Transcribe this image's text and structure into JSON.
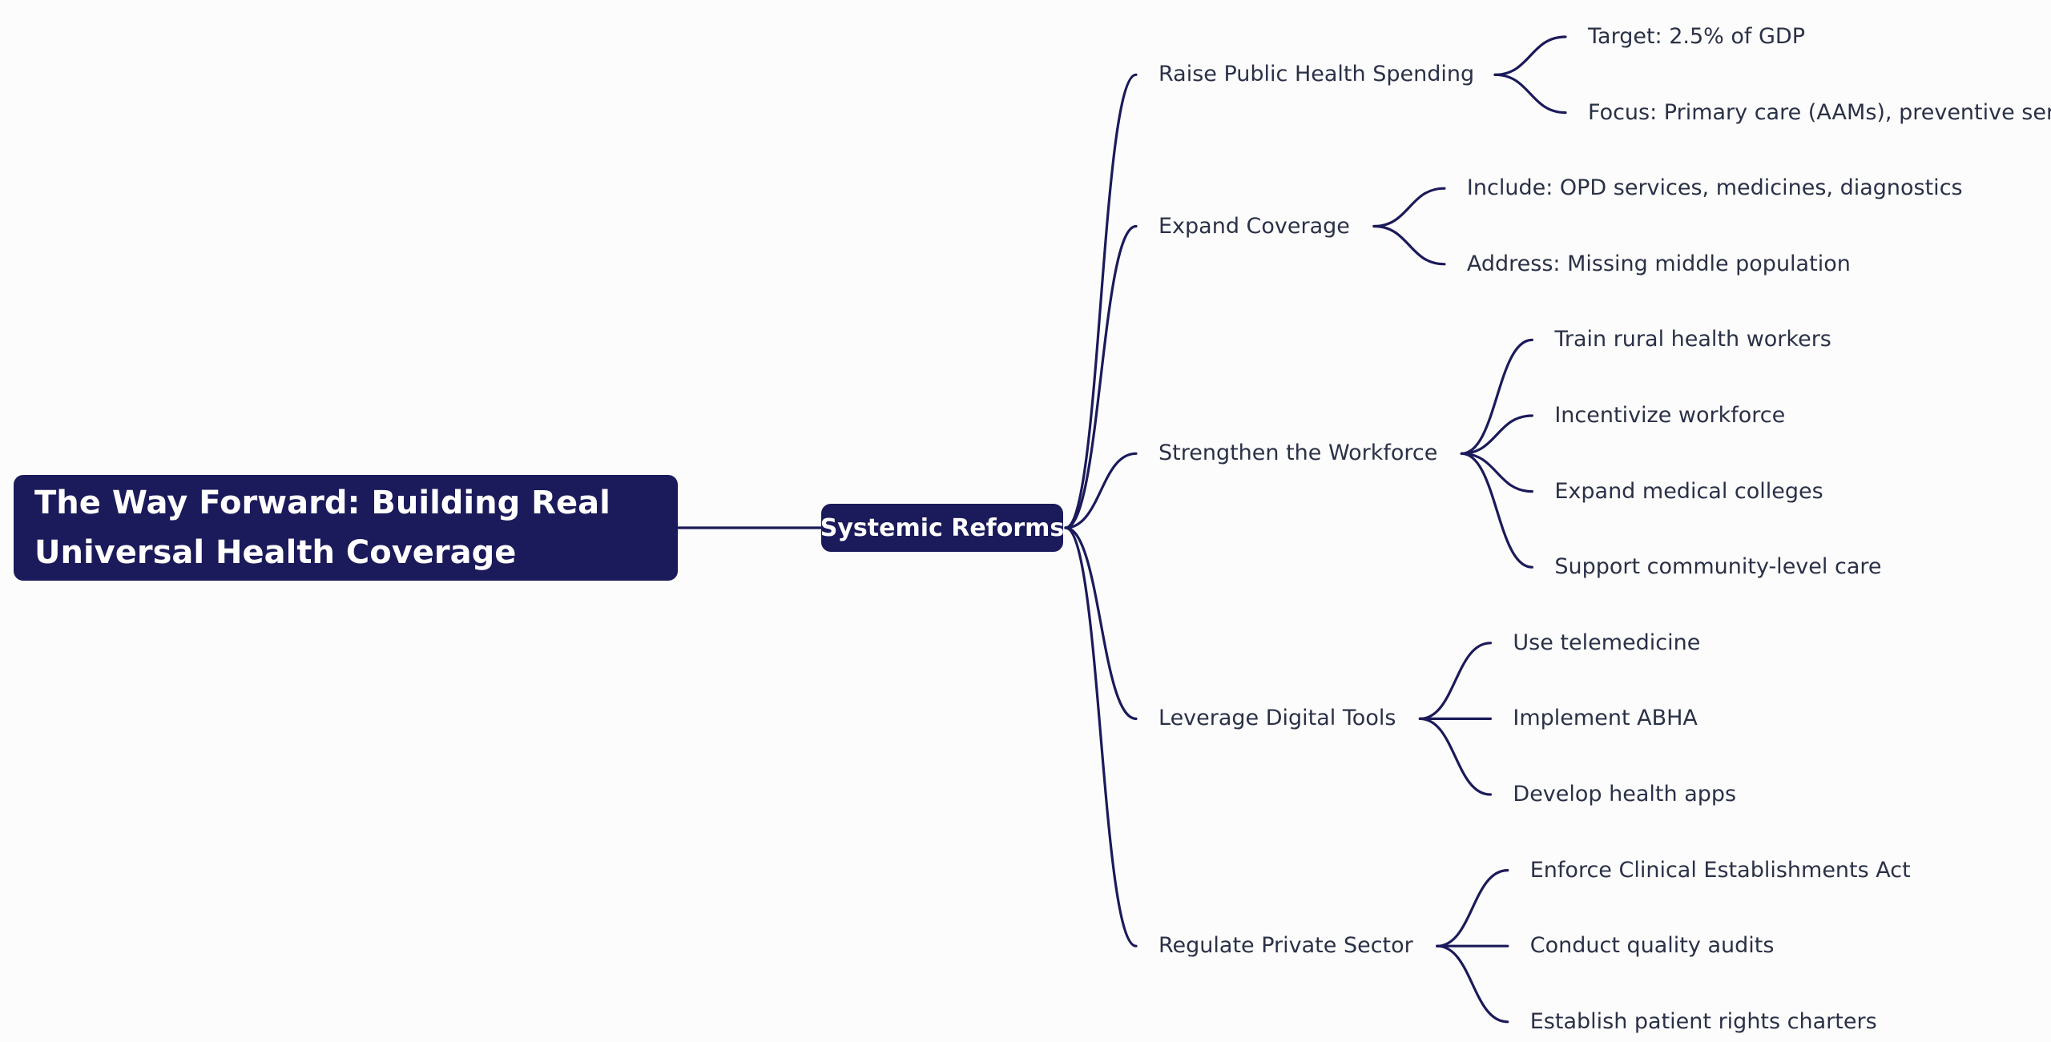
{
  "colors": {
    "background": "#fdfcfc",
    "node_fill": "#1b1a5a",
    "node_text": "#ffffff",
    "link": "#1b1a5a",
    "label_text": "#2a3147"
  },
  "root": {
    "title": "The Way Forward: Building Real Universal Health Coverage"
  },
  "hub": {
    "title": "Systemic Reforms"
  },
  "branches": [
    {
      "label": "Raise Public Health Spending",
      "children": [
        "Target: 2.5% of GDP",
        "Focus: Primary care (AAMs), preventive services"
      ]
    },
    {
      "label": "Expand Coverage",
      "children": [
        "Include: OPD services, medicines, diagnostics",
        "Address: Missing middle population"
      ]
    },
    {
      "label": "Strengthen the Workforce",
      "children": [
        "Train rural health workers",
        "Incentivize workforce",
        "Expand medical colleges",
        "Support community-level care"
      ]
    },
    {
      "label": "Leverage Digital Tools",
      "children": [
        "Use telemedicine",
        "Implement ABHA",
        "Develop health apps"
      ]
    },
    {
      "label": "Regulate Private Sector",
      "children": [
        "Enforce Clinical Establishments Act",
        "Conduct quality audits",
        "Establish patient rights charters"
      ]
    }
  ]
}
